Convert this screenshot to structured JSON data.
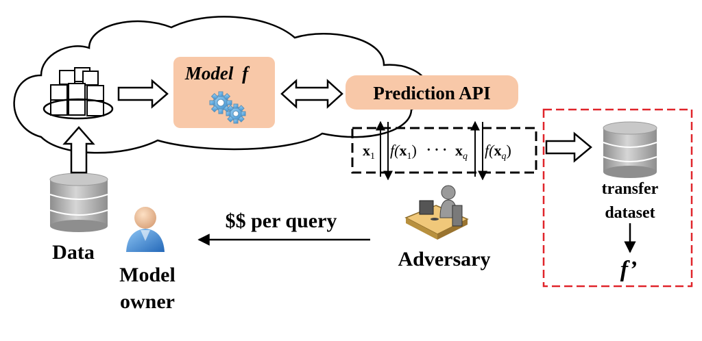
{
  "cloud": {
    "model_label": "Model",
    "model_symbol": "f",
    "api_label": "Prediction API"
  },
  "query_box": {
    "x1": "x",
    "x1_sub": "1",
    "f_x1_pre": "f(",
    "f_x1_var": "x",
    "f_x1_sub": "1",
    "f_x1_post": ")",
    "dots": "· · ·",
    "xq": "x",
    "xq_sub": "q",
    "f_xq_pre": "f(",
    "f_xq_var": "x",
    "f_xq_sub": "q",
    "f_xq_post": ")"
  },
  "labels": {
    "data": "Data",
    "model_owner_line1": "Model",
    "model_owner_line2": "owner",
    "payment": "$$ per query",
    "adversary": "Adversary",
    "transfer_line1": "transfer",
    "transfer_line2": "dataset",
    "extracted_model": "f’"
  },
  "colors": {
    "model_box": "#f8c8a8",
    "dashed_red": "#e0242a",
    "db_dark": "#8c8c8c",
    "db_light": "#bdbdbd"
  }
}
